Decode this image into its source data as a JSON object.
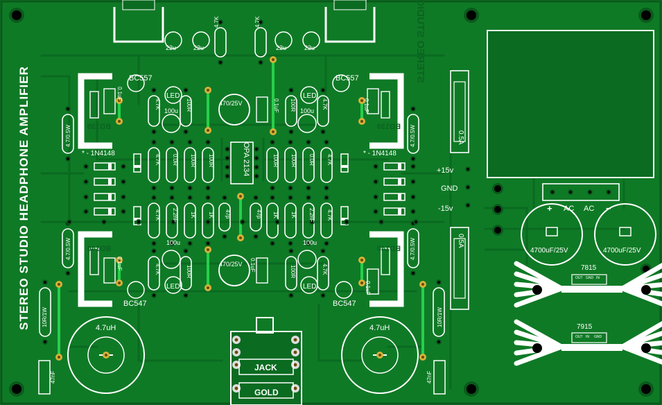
{
  "title": "STEREO STUDIO HEADPHONE AMPLIFIER",
  "mirror_title": "STEREO STUDIO HEADPHONE AMPLIFIER",
  "transistors": {
    "top_left": "BC557",
    "top_right": "BC557",
    "bottom_left": "BC547",
    "bottom_right": "BC547"
  },
  "ic": "OPA 2134",
  "diode_label": "* - 1N4148",
  "inductor": "4.7uH",
  "jack": [
    "JACK",
    "GOLD"
  ],
  "rails": {
    "pos": "+15v",
    "gnd": "GND",
    "neg": "-15v"
  },
  "ac_terminals": [
    "+",
    "AC",
    "AC",
    "−"
  ],
  "big_caps": [
    "4700uF/25V",
    "4700uF/25V"
  ],
  "regulators": {
    "top": "7815",
    "bottom": "7915",
    "top_pins": [
      "OUT",
      "GND",
      "IN"
    ],
    "bottom_pins": [
      "OUT",
      "IN",
      "GND"
    ]
  },
  "fuse": "0.5A",
  "values": {
    "cap_small": "22u",
    "r47k": "4.7K",
    "r100": "100R",
    "r0": "0.0R",
    "r1k": "1K",
    "c47p": "47p",
    "c100u": "100u",
    "c470": "470/25V",
    "c01": "0.1uF",
    "c01b": "0.1uF",
    "r05w": "4.7/0.5W",
    "r10": "10R/1W",
    "c47n": "47nF",
    "c22n": "2.2nF",
    "led": "LED",
    "bd139": "BD139",
    "bd140": "BD140"
  }
}
